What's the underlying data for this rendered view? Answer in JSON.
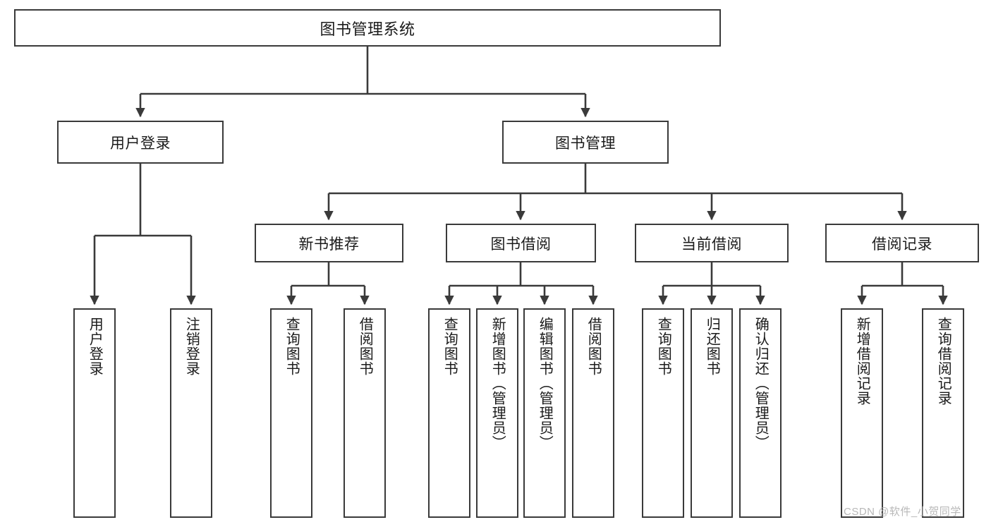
{
  "diagram": {
    "type": "hierarchy-tree",
    "title": "图书管理系统",
    "orientation": "top-down",
    "colors": {
      "box_border": "#3a3a3a",
      "box_fill": "#ffffff",
      "edge": "#3a3a3a",
      "text": "#1a1a1a",
      "watermark": "#b8b8b8"
    },
    "root": {
      "label": "图书管理系统"
    },
    "level2": [
      {
        "label": "用户登录"
      },
      {
        "label": "图书管理"
      }
    ],
    "level3": [
      {
        "label": "新书推荐"
      },
      {
        "label": "图书借阅"
      },
      {
        "label": "当前借阅"
      },
      {
        "label": "借阅记录"
      }
    ],
    "leaves": {
      "user_login": [
        {
          "label": "用户登录"
        },
        {
          "label": "注销登录"
        }
      ],
      "new_book_recommend": [
        {
          "label": "查询图书"
        },
        {
          "label": "借阅图书"
        }
      ],
      "book_borrow": [
        {
          "label": "查询图书"
        },
        {
          "label": "新增图书（管理员）"
        },
        {
          "label": "编辑图书（管理员）"
        },
        {
          "label": "借阅图书"
        }
      ],
      "current_borrow": [
        {
          "label": "查询图书"
        },
        {
          "label": "归还图书"
        },
        {
          "label": "确认归还（管理员）"
        }
      ],
      "borrow_record": [
        {
          "label": "新增借阅记录"
        },
        {
          "label": "查询借阅记录"
        }
      ]
    },
    "watermark": "CSDN @软件_小贺同学"
  }
}
